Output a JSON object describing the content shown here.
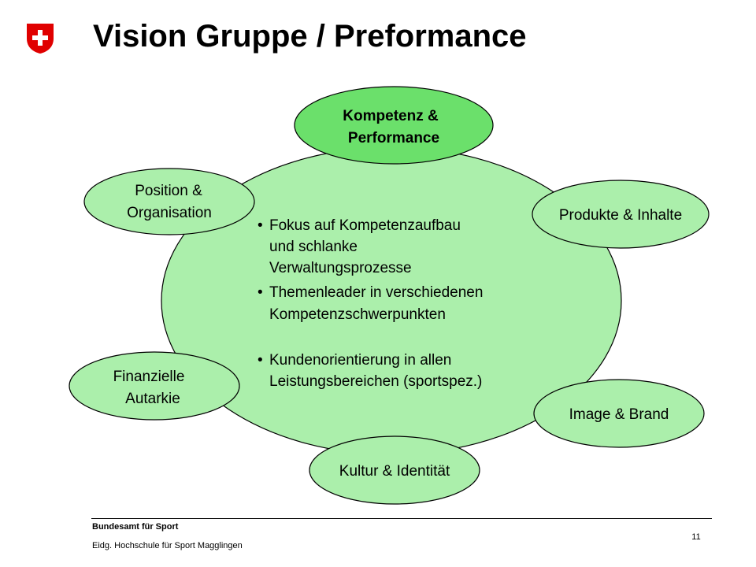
{
  "slide": {
    "title": "Vision Gruppe / Preformance",
    "page_number": "11"
  },
  "footer": {
    "organization": "Bundesamt für Sport",
    "school": "Eidg. Hochschule für Sport Magglingen"
  },
  "colors": {
    "central_fill": "#ABEFAB",
    "satellite_fill": "#ABEFAB",
    "highlight_fill": "#6BE06B",
    "outline": "#000000",
    "logo_red": "#E00000"
  },
  "diagram": {
    "highlight": {
      "line1": "Kompetenz &",
      "line2": "Performance"
    },
    "satellites": {
      "position": {
        "line1": "Position &",
        "line2": "Organisation"
      },
      "produkte": {
        "line1": "Produkte & Inhalte"
      },
      "finanzen": {
        "line1": "Finanzielle",
        "line2": "Autarkie"
      },
      "image": {
        "line1": "Image & Brand"
      },
      "kultur": {
        "line1": "Kultur & Identität"
      }
    },
    "bullets": [
      {
        "lines": [
          "Fokus auf Kompetenzaufbau",
          "und schlanke",
          "Verwaltungsprozesse"
        ]
      },
      {
        "lines": [
          "Themenleader in verschiedenen",
          "Kompetenzschwerpunkten"
        ]
      },
      {
        "lines": [
          "Kundenorientierung in allen",
          "Leistungsbereichen (sportspez.)"
        ]
      }
    ],
    "bullet_glyph": "•"
  }
}
